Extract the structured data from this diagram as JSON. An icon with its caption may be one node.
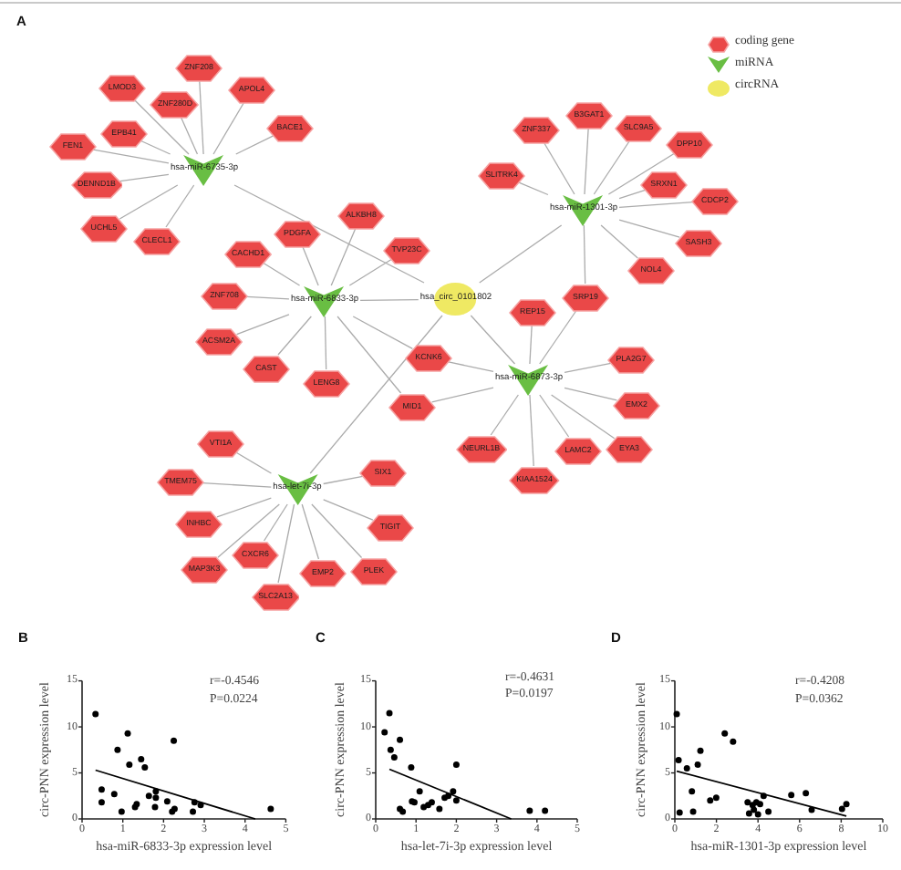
{
  "diagram": {
    "nodes": [
      {
        "text": [
          "ZNF208"
        ]
      },
      {
        "text": [
          "LMOD3"
        ]
      },
      {
        "text": [
          "APOL4"
        ]
      },
      {
        "text": [
          "ZNF280D"
        ]
      },
      {
        "text": [
          "BACE1"
        ]
      },
      {
        "text": [
          "EPB41"
        ]
      },
      {
        "text": [
          "FEN1"
        ]
      },
      {
        "text": [
          "hsa-miR-6735-3p"
        ]
      },
      {
        "text": [
          "DENND1B"
        ]
      },
      {
        "text": [
          "UCHL5"
        ]
      },
      {
        "text": [
          "CLECL1"
        ]
      },
      {
        "text": [
          "PDGFA"
        ]
      },
      {
        "text": [
          "ALKBH8"
        ]
      },
      {
        "text": [
          "TVP23C"
        ]
      },
      {
        "text": [
          "CACHD1"
        ]
      },
      {
        "text": [
          "ZNF708"
        ]
      },
      {
        "text": [
          "hsa-miR-6833-3p"
        ]
      },
      {
        "text": [
          "hsa_circ_0101802"
        ]
      },
      {
        "text": [
          "ACSM2A"
        ]
      },
      {
        "text": [
          "CAST"
        ]
      },
      {
        "text": [
          "LENG8"
        ]
      },
      {
        "text": [
          "KCNK6"
        ]
      },
      {
        "text": [
          "MID1"
        ]
      },
      {
        "text": [
          "B3GAT1"
        ]
      },
      {
        "text": [
          "ZNF337"
        ]
      },
      {
        "text": [
          "SLC9A5"
        ]
      },
      {
        "text": [
          "DPP10"
        ]
      },
      {
        "text": [
          "SLITRK4"
        ]
      },
      {
        "text": [
          "SRXN1"
        ]
      },
      {
        "text": [
          "CDCP2"
        ]
      },
      {
        "text": [
          "hsa-miR-1301-3p"
        ]
      },
      {
        "text": [
          "SASH3"
        ]
      },
      {
        "text": [
          "NOL4"
        ]
      },
      {
        "text": [
          "SRP19"
        ]
      },
      {
        "text": [
          "REP15"
        ]
      },
      {
        "text": [
          "PLA2G7"
        ]
      },
      {
        "text": [
          "hsa-miR-6873-3p"
        ]
      },
      {
        "text": [
          "EMX2"
        ]
      },
      {
        "text": [
          "NEURL1B"
        ]
      },
      {
        "text": [
          "EYA3"
        ]
      },
      {
        "text": [
          "LAMC2"
        ]
      },
      {
        "text": [
          "KIAA1524"
        ]
      },
      {
        "text": [
          "VTI1A"
        ]
      },
      {
        "text": [
          "SIX1"
        ]
      },
      {
        "text": [
          "TMEM75"
        ]
      },
      {
        "text": [
          "hsa-let-7i-3p"
        ]
      },
      {
        "text": [
          "INHBC"
        ]
      },
      {
        "text": [
          "TIGIT"
        ]
      },
      {
        "text": [
          "CXCR6"
        ]
      },
      {
        "text": [
          "MAP3K3"
        ]
      },
      {
        "text": [
          "PLEK"
        ]
      },
      {
        "text": [
          "EMP2"
        ]
      },
      {
        "text": [
          "SLC2A13"
        ]
      }
    ],
    "edges": [
      {
        "from": 17,
        "to": 7,
        "arrow": "none"
      },
      {
        "from": 17,
        "to": 16,
        "arrow": "none"
      },
      {
        "from": 17,
        "to": 30,
        "arrow": "none"
      },
      {
        "from": 17,
        "to": 36,
        "arrow": "none"
      },
      {
        "from": 17,
        "to": 45,
        "arrow": "none"
      },
      {
        "from": 7,
        "to": 0,
        "arrow": "none"
      },
      {
        "from": 7,
        "to": 1,
        "arrow": "none"
      },
      {
        "from": 7,
        "to": 2,
        "arrow": "none"
      },
      {
        "from": 7,
        "to": 3,
        "arrow": "none"
      },
      {
        "from": 7,
        "to": 4,
        "arrow": "none"
      },
      {
        "from": 7,
        "to": 5,
        "arrow": "none"
      },
      {
        "from": 7,
        "to": 6,
        "arrow": "none"
      },
      {
        "from": 7,
        "to": 8,
        "arrow": "none"
      },
      {
        "from": 7,
        "to": 9,
        "arrow": "none"
      },
      {
        "from": 7,
        "to": 10,
        "arrow": "none"
      },
      {
        "from": 16,
        "to": 11,
        "arrow": "none"
      },
      {
        "from": 16,
        "to": 12,
        "arrow": "none"
      },
      {
        "from": 16,
        "to": 13,
        "arrow": "none"
      },
      {
        "from": 16,
        "to": 14,
        "arrow": "none"
      },
      {
        "from": 16,
        "to": 15,
        "arrow": "none"
      },
      {
        "from": 16,
        "to": 18,
        "arrow": "none"
      },
      {
        "from": 16,
        "to": 19,
        "arrow": "none"
      },
      {
        "from": 16,
        "to": 20,
        "arrow": "none"
      },
      {
        "from": 16,
        "to": 21,
        "arrow": "none"
      },
      {
        "from": 16,
        "to": 22,
        "arrow": "none"
      },
      {
        "from": 30,
        "to": 23,
        "arrow": "none"
      },
      {
        "from": 30,
        "to": 24,
        "arrow": "none"
      },
      {
        "from": 30,
        "to": 25,
        "arrow": "none"
      },
      {
        "from": 30,
        "to": 26,
        "arrow": "none"
      },
      {
        "from": 30,
        "to": 27,
        "arrow": "none"
      },
      {
        "from": 30,
        "to": 28,
        "arrow": "none"
      },
      {
        "from": 30,
        "to": 29,
        "arrow": "none"
      },
      {
        "from": 30,
        "to": 31,
        "arrow": "none"
      },
      {
        "from": 30,
        "to": 32,
        "arrow": "none"
      },
      {
        "from": 30,
        "to": 33,
        "arrow": "none"
      },
      {
        "from": 36,
        "to": 34,
        "arrow": "none"
      },
      {
        "from": 36,
        "to": 33,
        "arrow": "none"
      },
      {
        "from": 36,
        "to": 35,
        "arrow": "none"
      },
      {
        "from": 36,
        "to": 37,
        "arrow": "none"
      },
      {
        "from": 36,
        "to": 38,
        "arrow": "none"
      },
      {
        "from": 36,
        "to": 39,
        "arrow": "none"
      },
      {
        "from": 36,
        "to": 40,
        "arrow": "none"
      },
      {
        "from": 36,
        "to": 41,
        "arrow": "none"
      },
      {
        "from": 36,
        "to": 21,
        "arrow": "none"
      },
      {
        "from": 36,
        "to": 22,
        "arrow": "none"
      },
      {
        "from": 45,
        "to": 42,
        "arrow": "none"
      },
      {
        "from": 45,
        "to": 43,
        "arrow": "none"
      },
      {
        "from": 45,
        "to": 44,
        "arrow": "none"
      },
      {
        "from": 45,
        "to": 46,
        "arrow": "none"
      },
      {
        "from": 45,
        "to": 47,
        "arrow": "none"
      },
      {
        "from": 45,
        "to": 48,
        "arrow": "none"
      },
      {
        "from": 45,
        "to": 49,
        "arrow": "none"
      },
      {
        "from": 45,
        "to": 50,
        "arrow": "none"
      },
      {
        "from": 45,
        "to": 51,
        "arrow": "none"
      },
      {
        "from": 45,
        "to": 52,
        "arrow": "none"
      }
    ],
    "labels": [
      "A",
      "B",
      "C",
      "D"
    ],
    "legend": [
      {
        "text": "coding gene"
      },
      {
        "text": "miRNA"
      },
      {
        "text": "circRNA"
      }
    ],
    "chart_data": [
      {
        "type": "scatter",
        "xlabel": "hsa-miR-6833-3p expression level",
        "ylabel": "circ-PNN expression level",
        "xlim": [
          0,
          5
        ],
        "ylim": [
          0,
          15
        ],
        "xticks": [
          0,
          1,
          2,
          3,
          4,
          5
        ],
        "yticks": [
          0,
          5,
          10,
          15
        ],
        "x": [
          0.33,
          0.48,
          0.48,
          0.79,
          0.87,
          0.97,
          1.12,
          1.16,
          1.3,
          1.34,
          1.45,
          1.54,
          1.64,
          1.79,
          1.81,
          1.81,
          2.09,
          2.21,
          2.25,
          2.27,
          2.72,
          2.76,
          2.91,
          4.63
        ],
        "series": [
          {
            "color": "#000000",
            "values": [
              11.4,
              3.2,
              1.8,
              2.7,
              7.5,
              0.8,
              9.3,
              5.9,
              1.3,
              1.6,
              6.5,
              5.6,
              2.5,
              1.3,
              3.0,
              2.3,
              1.9,
              0.8,
              8.5,
              1.1,
              0.8,
              1.8,
              1.5,
              1.1
            ]
          },
          {
            "type": "line",
            "color": "#000000",
            "x": [
              0.33,
              4.25
            ],
            "values": [
              5.3,
              0
            ]
          }
        ],
        "annotations": [
          "r=-0.4546",
          "P=0.0224"
        ]
      },
      {
        "type": "scatter",
        "xlabel": "hsa-let-7i-3p expression level",
        "ylabel": "circ-PNN expression level",
        "xlim": [
          0,
          5
        ],
        "ylim": [
          0,
          15
        ],
        "xticks": [
          0,
          1,
          2,
          3,
          4,
          5
        ],
        "yticks": [
          0,
          5,
          10,
          15
        ],
        "x": [
          0.22,
          0.34,
          0.37,
          0.46,
          0.6,
          0.6,
          0.67,
          0.88,
          0.9,
          0.96,
          1.09,
          1.19,
          1.3,
          1.39,
          1.58,
          1.71,
          1.8,
          1.92,
          2.0,
          2.0,
          3.82,
          4.2
        ],
        "series": [
          {
            "color": "#000000",
            "values": [
              9.4,
              11.5,
              7.5,
              6.7,
              8.6,
              1.1,
              0.8,
              5.6,
              1.9,
              1.8,
              3.0,
              1.3,
              1.5,
              1.8,
              1.1,
              2.3,
              2.5,
              3.0,
              5.9,
              2.0,
              0.9,
              0.9
            ]
          },
          {
            "type": "line",
            "color": "#000000",
            "x": [
              0.34,
              3.36
            ],
            "values": [
              5.4,
              0
            ]
          }
        ],
        "annotations": [
          "r=-0.4631",
          "P=0.0197"
        ]
      },
      {
        "type": "scatter",
        "xlabel": "hsa-miR-1301-3p expression level",
        "ylabel": "circ-PNN expression level",
        "xlim": [
          0,
          10
        ],
        "ylim": [
          0,
          15
        ],
        "xticks": [
          0,
          2,
          4,
          6,
          8,
          10
        ],
        "yticks": [
          0,
          5,
          10,
          15
        ],
        "x": [
          0.09,
          0.18,
          0.23,
          0.58,
          0.82,
          0.88,
          1.1,
          1.23,
          1.7,
          1.99,
          2.4,
          2.8,
          3.5,
          3.57,
          3.74,
          3.8,
          3.92,
          4.0,
          4.1,
          4.27,
          4.5,
          5.6,
          6.3,
          6.58,
          8.04,
          8.25
        ],
        "series": [
          {
            "color": "#000000",
            "values": [
              11.4,
              6.4,
              0.7,
              5.5,
              3.0,
              0.8,
              5.9,
              7.4,
              2.0,
              2.3,
              9.3,
              8.4,
              1.8,
              0.6,
              1.5,
              1.0,
              1.8,
              0.5,
              1.6,
              2.5,
              0.8,
              2.6,
              2.8,
              1.0,
              1.1,
              1.6
            ]
          },
          {
            "type": "line",
            "color": "#000000",
            "x": [
              0.09,
              8.25
            ],
            "values": [
              5.2,
              0.3
            ]
          }
        ],
        "annotations": [
          "r=-0.4208",
          "P=0.0362"
        ]
      }
    ]
  }
}
